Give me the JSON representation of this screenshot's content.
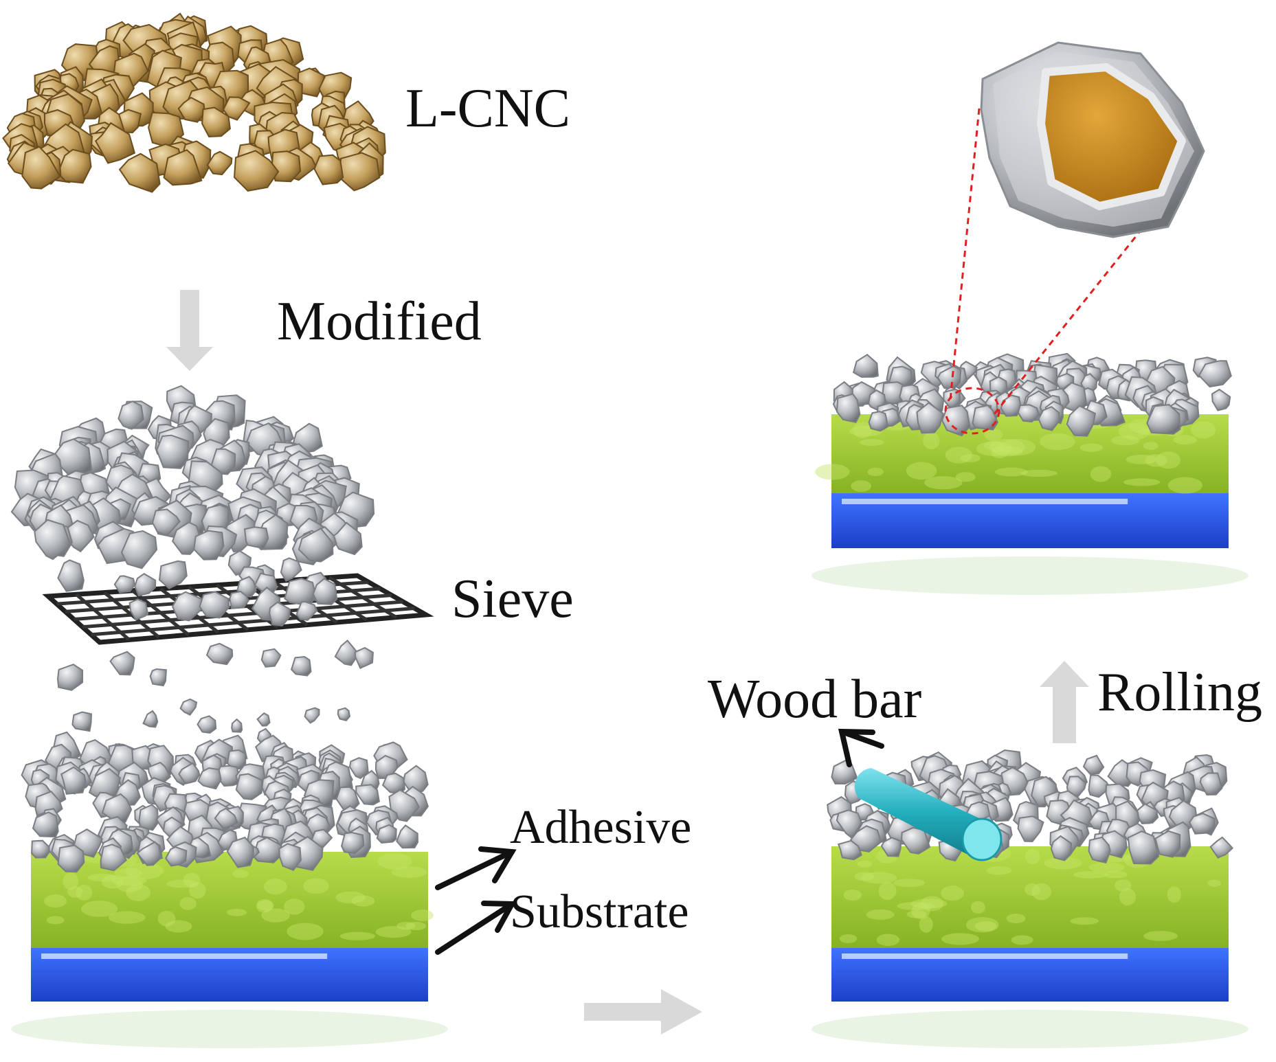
{
  "labels": {
    "lcnc": "L-CNC",
    "modified": "Modified",
    "sieve": "Sieve",
    "adhesive": "Adhesive",
    "substrate": "Substrate",
    "wood_bar": "Wood bar",
    "rolling": "Rolling"
  },
  "colors": {
    "lcnc_particle": "#b8965a",
    "modified_particle": "#a9adb2",
    "adhesive_layer": "#a6cf3a",
    "substrate_layer": "#2f5fe0",
    "process_arrow": "#d9d9d9",
    "pointer_arrow": "#111111",
    "wood_bar": "#29b6c6",
    "zoom_outline": "#e02020",
    "core_fill": "#c88a1a"
  },
  "icons": {
    "process_arrows": "grey-block-arrow",
    "pointer_arrows": "black-line-arrow"
  }
}
